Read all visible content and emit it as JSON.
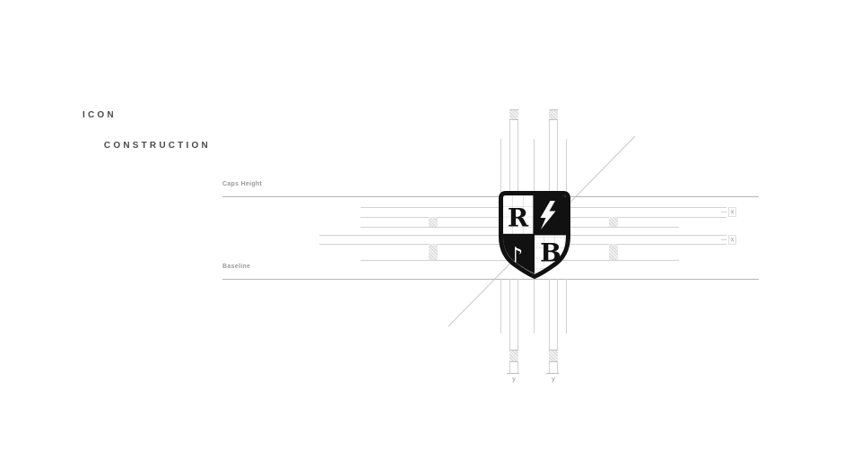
{
  "title": {
    "line1": "ICON",
    "line2": "CONSTRUCTION"
  },
  "guides": {
    "caps_height_label": "Caps Height",
    "baseline_label": "Baseline"
  },
  "markers": {
    "x_label": "x",
    "y_label": "y"
  },
  "logo": {
    "letter_top_left": "R",
    "letter_bottom_right": "B",
    "symbol_top_right": "lightning-bolt",
    "symbol_bottom_left": "music-note",
    "music_note_glyph": "♪"
  },
  "colors": {
    "background": "#ffffff",
    "ink": "#111111",
    "title_text": "#4a4a4a",
    "label_text": "#9a9a9a",
    "major_line": "#b4b4b4",
    "guide_line": "#d2d2d2"
  }
}
